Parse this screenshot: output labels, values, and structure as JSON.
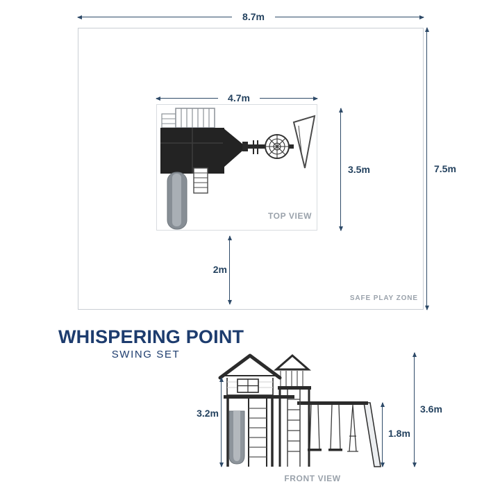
{
  "colors": {
    "dimension_line": "#2e4a68",
    "dimension_text": "#24425f",
    "muted_label": "#9aa2ab",
    "title_navy": "#1d3c6e",
    "drawing_dark": "#262626",
    "slide_gray": "#8d949b",
    "zone_border": "#c9ced4"
  },
  "safe_play_zone": {
    "label": "SAFE PLAY ZONE",
    "width": "8.7m",
    "height": "7.5m"
  },
  "top_view": {
    "label": "TOP VIEW",
    "width": "4.7m",
    "depth": "3.5m",
    "clearance": "2m"
  },
  "product": {
    "title": "WHISPERING POINT",
    "subtitle": "SWING SET"
  },
  "front_view": {
    "label": "FRONT VIEW",
    "left_height": "3.2m",
    "total_height": "3.6m",
    "swing_beam_height": "1.8m"
  }
}
